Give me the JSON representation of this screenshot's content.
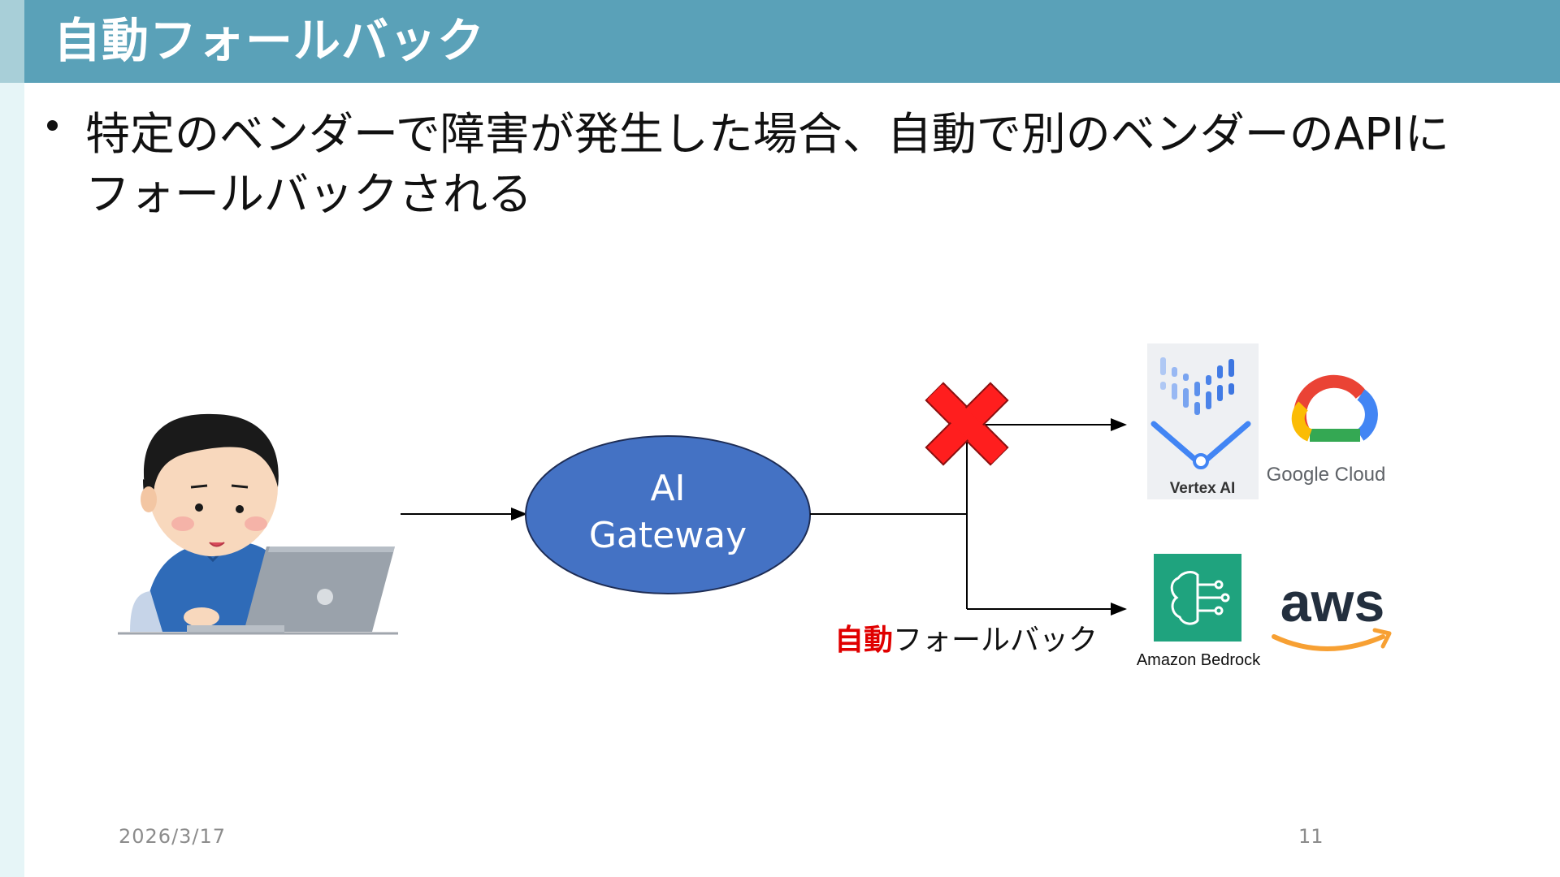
{
  "slide": {
    "title": "自動フォールバック",
    "bullet": "特定のベンダーで障害が発生した場合、自動で別のベンダーのAPIにフォールバックされる",
    "date": "2026/3/17",
    "page_number": "11"
  },
  "diagram": {
    "gateway_line1": "AI",
    "gateway_line2": "Gateway",
    "fallback_label_highlight": "自動",
    "fallback_label_rest": "フォールバック",
    "vertex_label": "Vertex AI",
    "google_cloud_label": "Google Cloud",
    "bedrock_label": "Amazon Bedrock",
    "aws_label": "aws"
  },
  "colors": {
    "title_bar": "#5aa1b8",
    "gateway_fill": "#4472c4",
    "error_x": "#ff1e1e",
    "highlight_text": "#e00000",
    "bedrock_green": "#1fa37e",
    "aws_orange": "#f7a033"
  },
  "icons": [
    "user-at-laptop-illustration",
    "error-x-icon",
    "vertex-ai-logo",
    "google-cloud-logo",
    "amazon-bedrock-logo",
    "aws-logo"
  ]
}
